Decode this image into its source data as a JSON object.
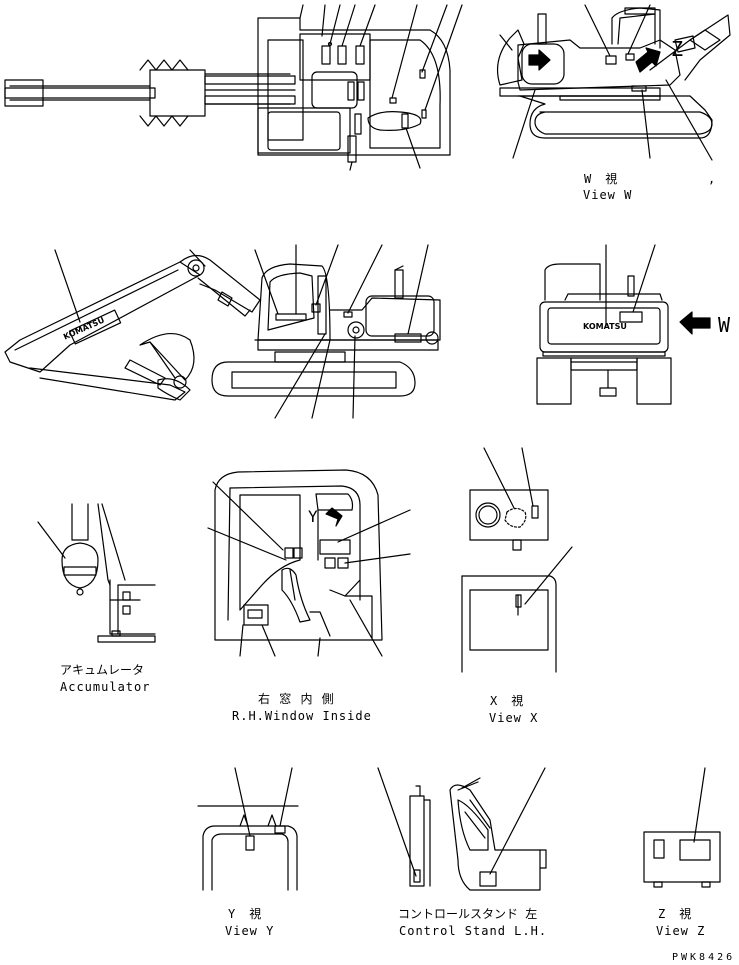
{
  "views": {
    "view_w": {
      "jp": "W　視",
      "en": "View W",
      "comma": ","
    },
    "side_w": {
      "letter": "W"
    },
    "accumulator": {
      "jp": "アキュムレータ",
      "en": "Accumulator"
    },
    "rh_window": {
      "jp": "右 窓 内 側",
      "en": "R.H.Window Inside"
    },
    "view_x": {
      "jp": "X　視",
      "en": "View X"
    },
    "view_y": {
      "jp": "Y　視",
      "en": "View Y"
    },
    "control_stand": {
      "jp": "コントロールスタンド 左",
      "en": "Control Stand L.H."
    },
    "view_z": {
      "jp": "Z　視",
      "en": "View Z"
    }
  },
  "markers": {
    "y": "Y",
    "z": "Z",
    "w": "W"
  },
  "brand": {
    "name": "KOMATSU"
  },
  "drawing_code": "PWK8426"
}
